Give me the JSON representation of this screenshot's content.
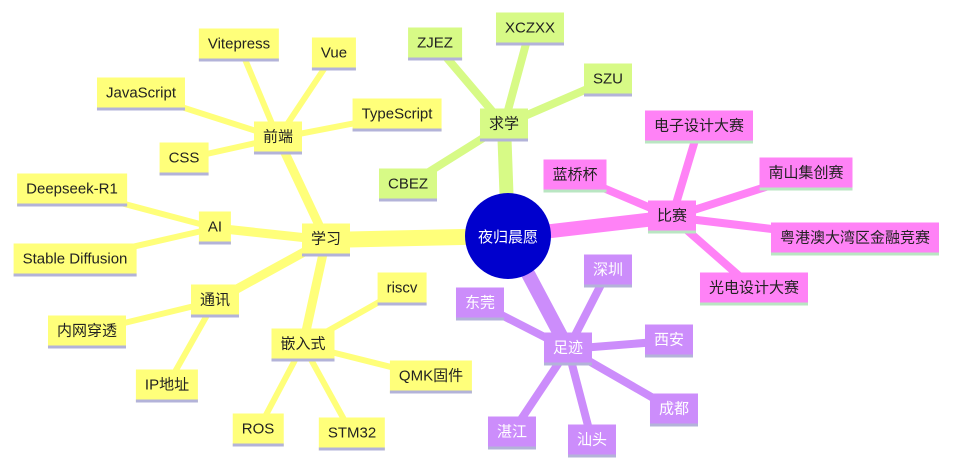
{
  "colors": {
    "root": "#0000cd",
    "study": "#ffff7a",
    "school": "#d7fa86",
    "competition": "#ff82f6",
    "footprint": "#cc8dfb"
  },
  "root": {
    "label": "夜归晨愿"
  },
  "branches": {
    "study": {
      "label": "学习",
      "frontend": {
        "label": "前端",
        "items": [
          "Vitepress",
          "Vue",
          "JavaScript",
          "TypeScript",
          "CSS"
        ]
      },
      "ai": {
        "label": "AI",
        "items": [
          "Deepseek-R1",
          "Stable Diffusion"
        ]
      },
      "comm": {
        "label": "通讯",
        "items": [
          "内网穿透",
          "IP地址"
        ]
      },
      "embedded": {
        "label": "嵌入式",
        "items": [
          "riscv",
          "QMK固件",
          "ROS",
          "STM32"
        ]
      }
    },
    "school": {
      "label": "求学",
      "items": [
        "ZJEZ",
        "XCZXX",
        "SZU",
        "CBEZ"
      ]
    },
    "competition": {
      "label": "比赛",
      "items": [
        "电子设计大赛",
        "蓝桥杯",
        "南山集创赛",
        "粤港澳大湾区金融竞赛",
        "光电设计大赛"
      ]
    },
    "footprint": {
      "label": "足迹",
      "items": [
        "东莞",
        "深圳",
        "西安",
        "成都",
        "湛江",
        "汕头"
      ]
    }
  }
}
